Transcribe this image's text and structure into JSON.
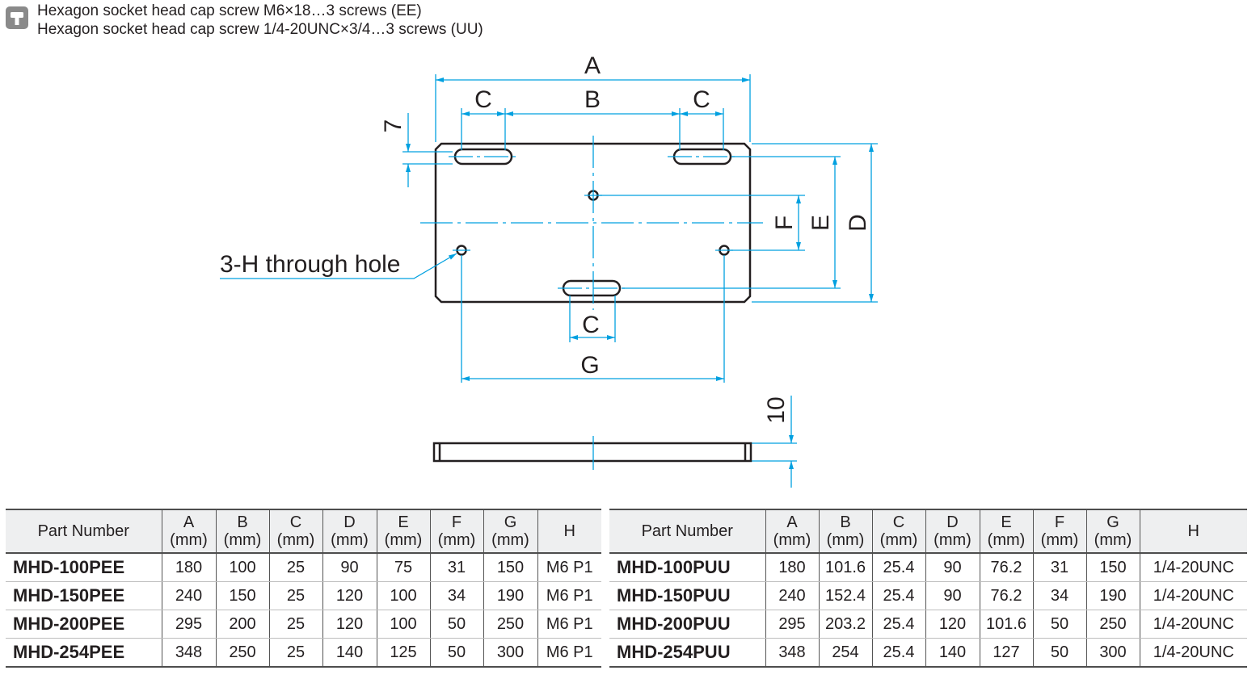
{
  "notes": {
    "line1": "Hexagon socket head cap screw M6×18…3 screws (EE)",
    "line2": "Hexagon socket head cap screw 1/4-20UNC×3/4…3 screws (UU)"
  },
  "drawing": {
    "labels": {
      "A": "A",
      "B": "B",
      "C": "C",
      "D": "D",
      "E": "E",
      "F": "F",
      "G": "G",
      "thickness": "10",
      "slot_offset": "7",
      "hole": "3-H through hole"
    },
    "colors": {
      "outline": "#231f20",
      "dimension": "#00a0e0"
    }
  },
  "tables": [
    {
      "headers": [
        "Part Number",
        "A\n(mm)",
        "B\n(mm)",
        "C\n(mm)",
        "D\n(mm)",
        "E\n(mm)",
        "F\n(mm)",
        "G\n(mm)",
        "H"
      ],
      "rows": [
        [
          "MHD-100PEE",
          "180",
          "100",
          "25",
          "90",
          "75",
          "31",
          "150",
          "M6 P1"
        ],
        [
          "MHD-150PEE",
          "240",
          "150",
          "25",
          "120",
          "100",
          "34",
          "190",
          "M6 P1"
        ],
        [
          "MHD-200PEE",
          "295",
          "200",
          "25",
          "120",
          "100",
          "50",
          "250",
          "M6 P1"
        ],
        [
          "MHD-254PEE",
          "348",
          "250",
          "25",
          "140",
          "125",
          "50",
          "300",
          "M6 P1"
        ]
      ]
    },
    {
      "headers": [
        "Part Number",
        "A\n(mm)",
        "B\n(mm)",
        "C\n(mm)",
        "D\n(mm)",
        "E\n(mm)",
        "F\n(mm)",
        "G\n(mm)",
        "H"
      ],
      "rows": [
        [
          "MHD-100PUU",
          "180",
          "101.6",
          "25.4",
          "90",
          "76.2",
          "31",
          "150",
          "1/4-20UNC"
        ],
        [
          "MHD-150PUU",
          "240",
          "152.4",
          "25.4",
          "90",
          "76.2",
          "34",
          "190",
          "1/4-20UNC"
        ],
        [
          "MHD-200PUU",
          "295",
          "203.2",
          "25.4",
          "120",
          "101.6",
          "50",
          "250",
          "1/4-20UNC"
        ],
        [
          "MHD-254PUU",
          "348",
          "254",
          "25.4",
          "140",
          "127",
          "50",
          "300",
          "1/4-20UNC"
        ]
      ]
    }
  ]
}
